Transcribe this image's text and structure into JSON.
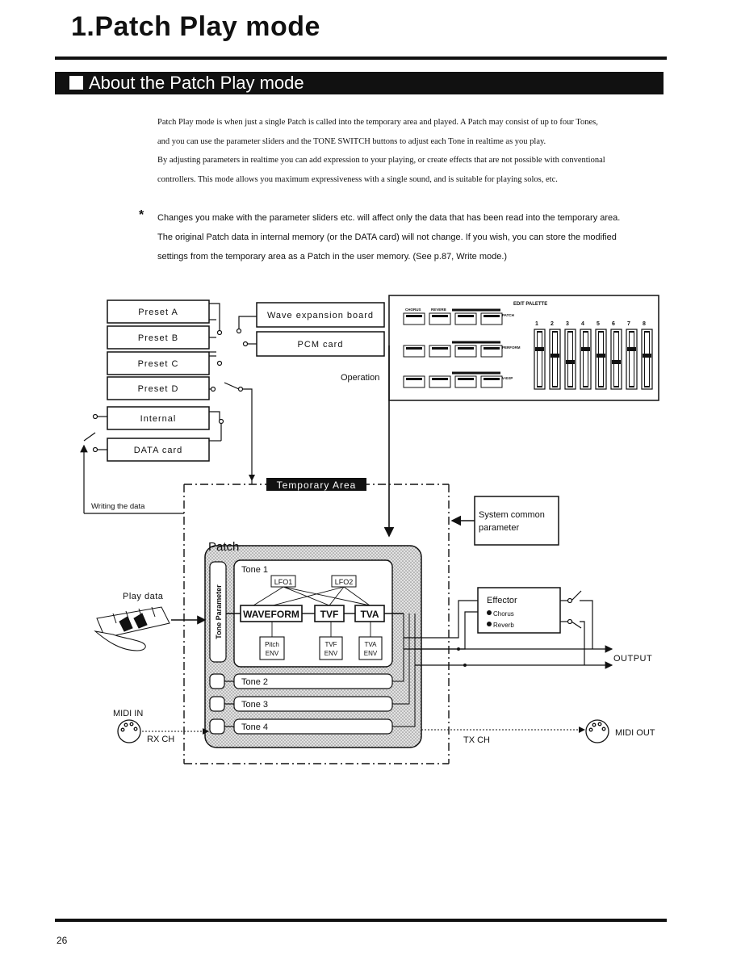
{
  "page": {
    "title": "1.Patch Play mode",
    "section_heading": "About the Patch Play mode",
    "intro_lines": [
      "Patch Play mode is when just a single Patch is called into the temporary area and played. A Patch may consist of up to four Tones,",
      "and you can use the parameter sliders and the TONE SWITCH buttons to adjust each Tone in realtime as you play.",
      "By adjusting parameters in realtime you can add expression to your playing, or create effects that are not possible with conventional",
      "controllers. This mode allows you maximum expressiveness with a single sound, and is suitable for playing solos, etc."
    ],
    "note_mark": "*",
    "note_lines": [
      "Changes you make with the parameter sliders etc. will affect only the data that has been read into the temporary area.",
      "The original Patch data in internal memory (or the DATA card) will not change. If you wish, you can store the modified",
      "settings from the temporary area as a Patch in the user memory. (See p.87, Write mode.)"
    ],
    "page_number": "26"
  },
  "diagram": {
    "sources": {
      "preset_a": "Preset A",
      "preset_b": "Preset B",
      "preset_c": "Preset C",
      "preset_d": "Preset D",
      "internal": "Internal",
      "data_card": "DATA card",
      "wave_expansion": "Wave expansion board",
      "pcm_card": "PCM card"
    },
    "operation_label": "Operation",
    "writing_label": "Writing the data",
    "temporary_area": "Temporary Area",
    "system_common": [
      "System common",
      "parameter"
    ],
    "patch_label": "Patch",
    "tone_parameter": "Tone Parameter",
    "tones": [
      "Tone 1",
      "Tone 2",
      "Tone 3",
      "Tone 4"
    ],
    "lfo": [
      "LFO1",
      "LFO2"
    ],
    "blocks": {
      "waveform": "WAVEFORM",
      "tvf": "TVF",
      "tva": "TVA"
    },
    "envs": {
      "pitch": [
        "Pitch",
        "ENV"
      ],
      "tvf": [
        "TVF",
        "ENV"
      ],
      "tva": [
        "TVA",
        "ENV"
      ]
    },
    "play_data": "Play data",
    "effector": {
      "title": "Effector",
      "items": [
        "Chorus",
        "Reverb"
      ]
    },
    "output": "OUTPUT",
    "midi_in": "MIDI IN",
    "rx_ch": "RX CH",
    "tx_ch": "TX CH",
    "midi_out": "MIDI OUT",
    "edit_palette": {
      "title": "EDIT PALETTE",
      "slider_labels": [
        "1",
        "2",
        "3",
        "4",
        "5",
        "6",
        "7",
        "8"
      ],
      "button_labels": [
        "CHORUS",
        "REVERB"
      ],
      "side_labels": [
        "PATCH",
        "PERFORM",
        "V-EXP"
      ]
    }
  }
}
